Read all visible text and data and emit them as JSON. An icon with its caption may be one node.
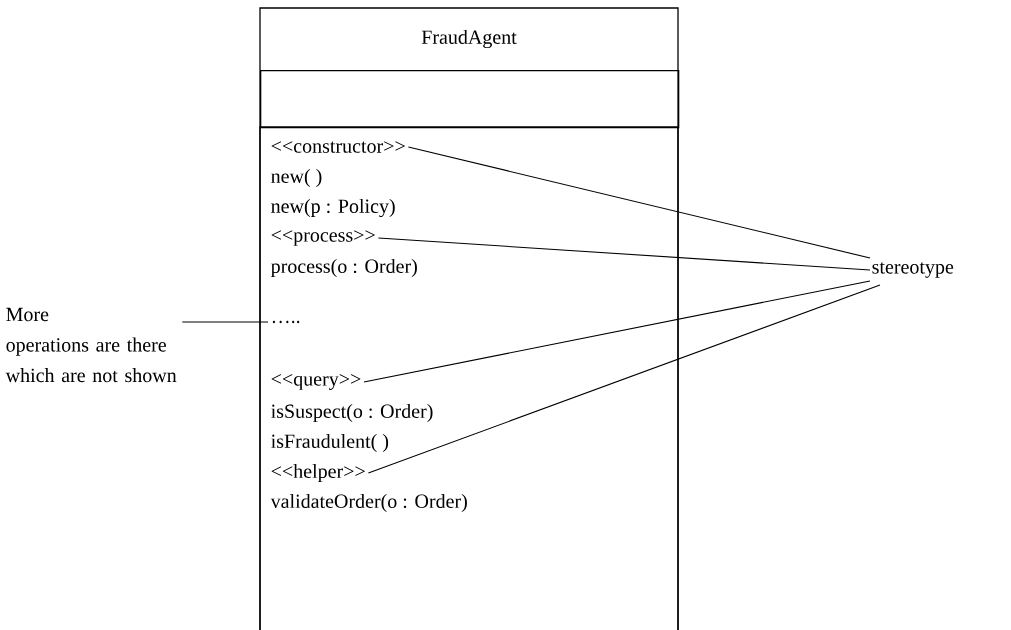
{
  "diagram": {
    "nodes": [
      {
        "text": [
          "FraudAgent"
        ]
      },
      {
        "text": [],
        "shape": "box",
        "in": 0
      },
      {
        "text": [],
        "shape": "box",
        "in": 0
      },
      {
        "text": [
          "<<constructor>>"
        ],
        "in": 2
      },
      {
        "text": [
          "<<process>>"
        ],
        "in": 2
      },
      {
        "text": [
          "….."
        ],
        "in": 2
      },
      {
        "text": [
          "<<query>>"
        ],
        "in": 2
      },
      {
        "text": [
          "<<helper>>"
        ],
        "in": 2
      },
      {
        "text": [
          "stereotype"
        ]
      },
      {
        "text": [
          "More operations are there which are not shown"
        ]
      }
    ],
    "edges": [
      {
        "from": 3,
        "to": 8,
        "arrow": "none"
      },
      {
        "from": 4,
        "to": 8,
        "arrow": "none"
      },
      {
        "from": 6,
        "to": 8,
        "arrow": "none"
      },
      {
        "from": 7,
        "to": 8,
        "arrow": "none"
      },
      {
        "from": 9,
        "to": 5,
        "arrow": "none"
      }
    ],
    "labels": [
      "new( )",
      "new(p : Policy)",
      "process(o : Order)",
      "isSuspect(o : Order)",
      "isFraudulent( )",
      "validateOrder(o : Order)"
    ]
  }
}
